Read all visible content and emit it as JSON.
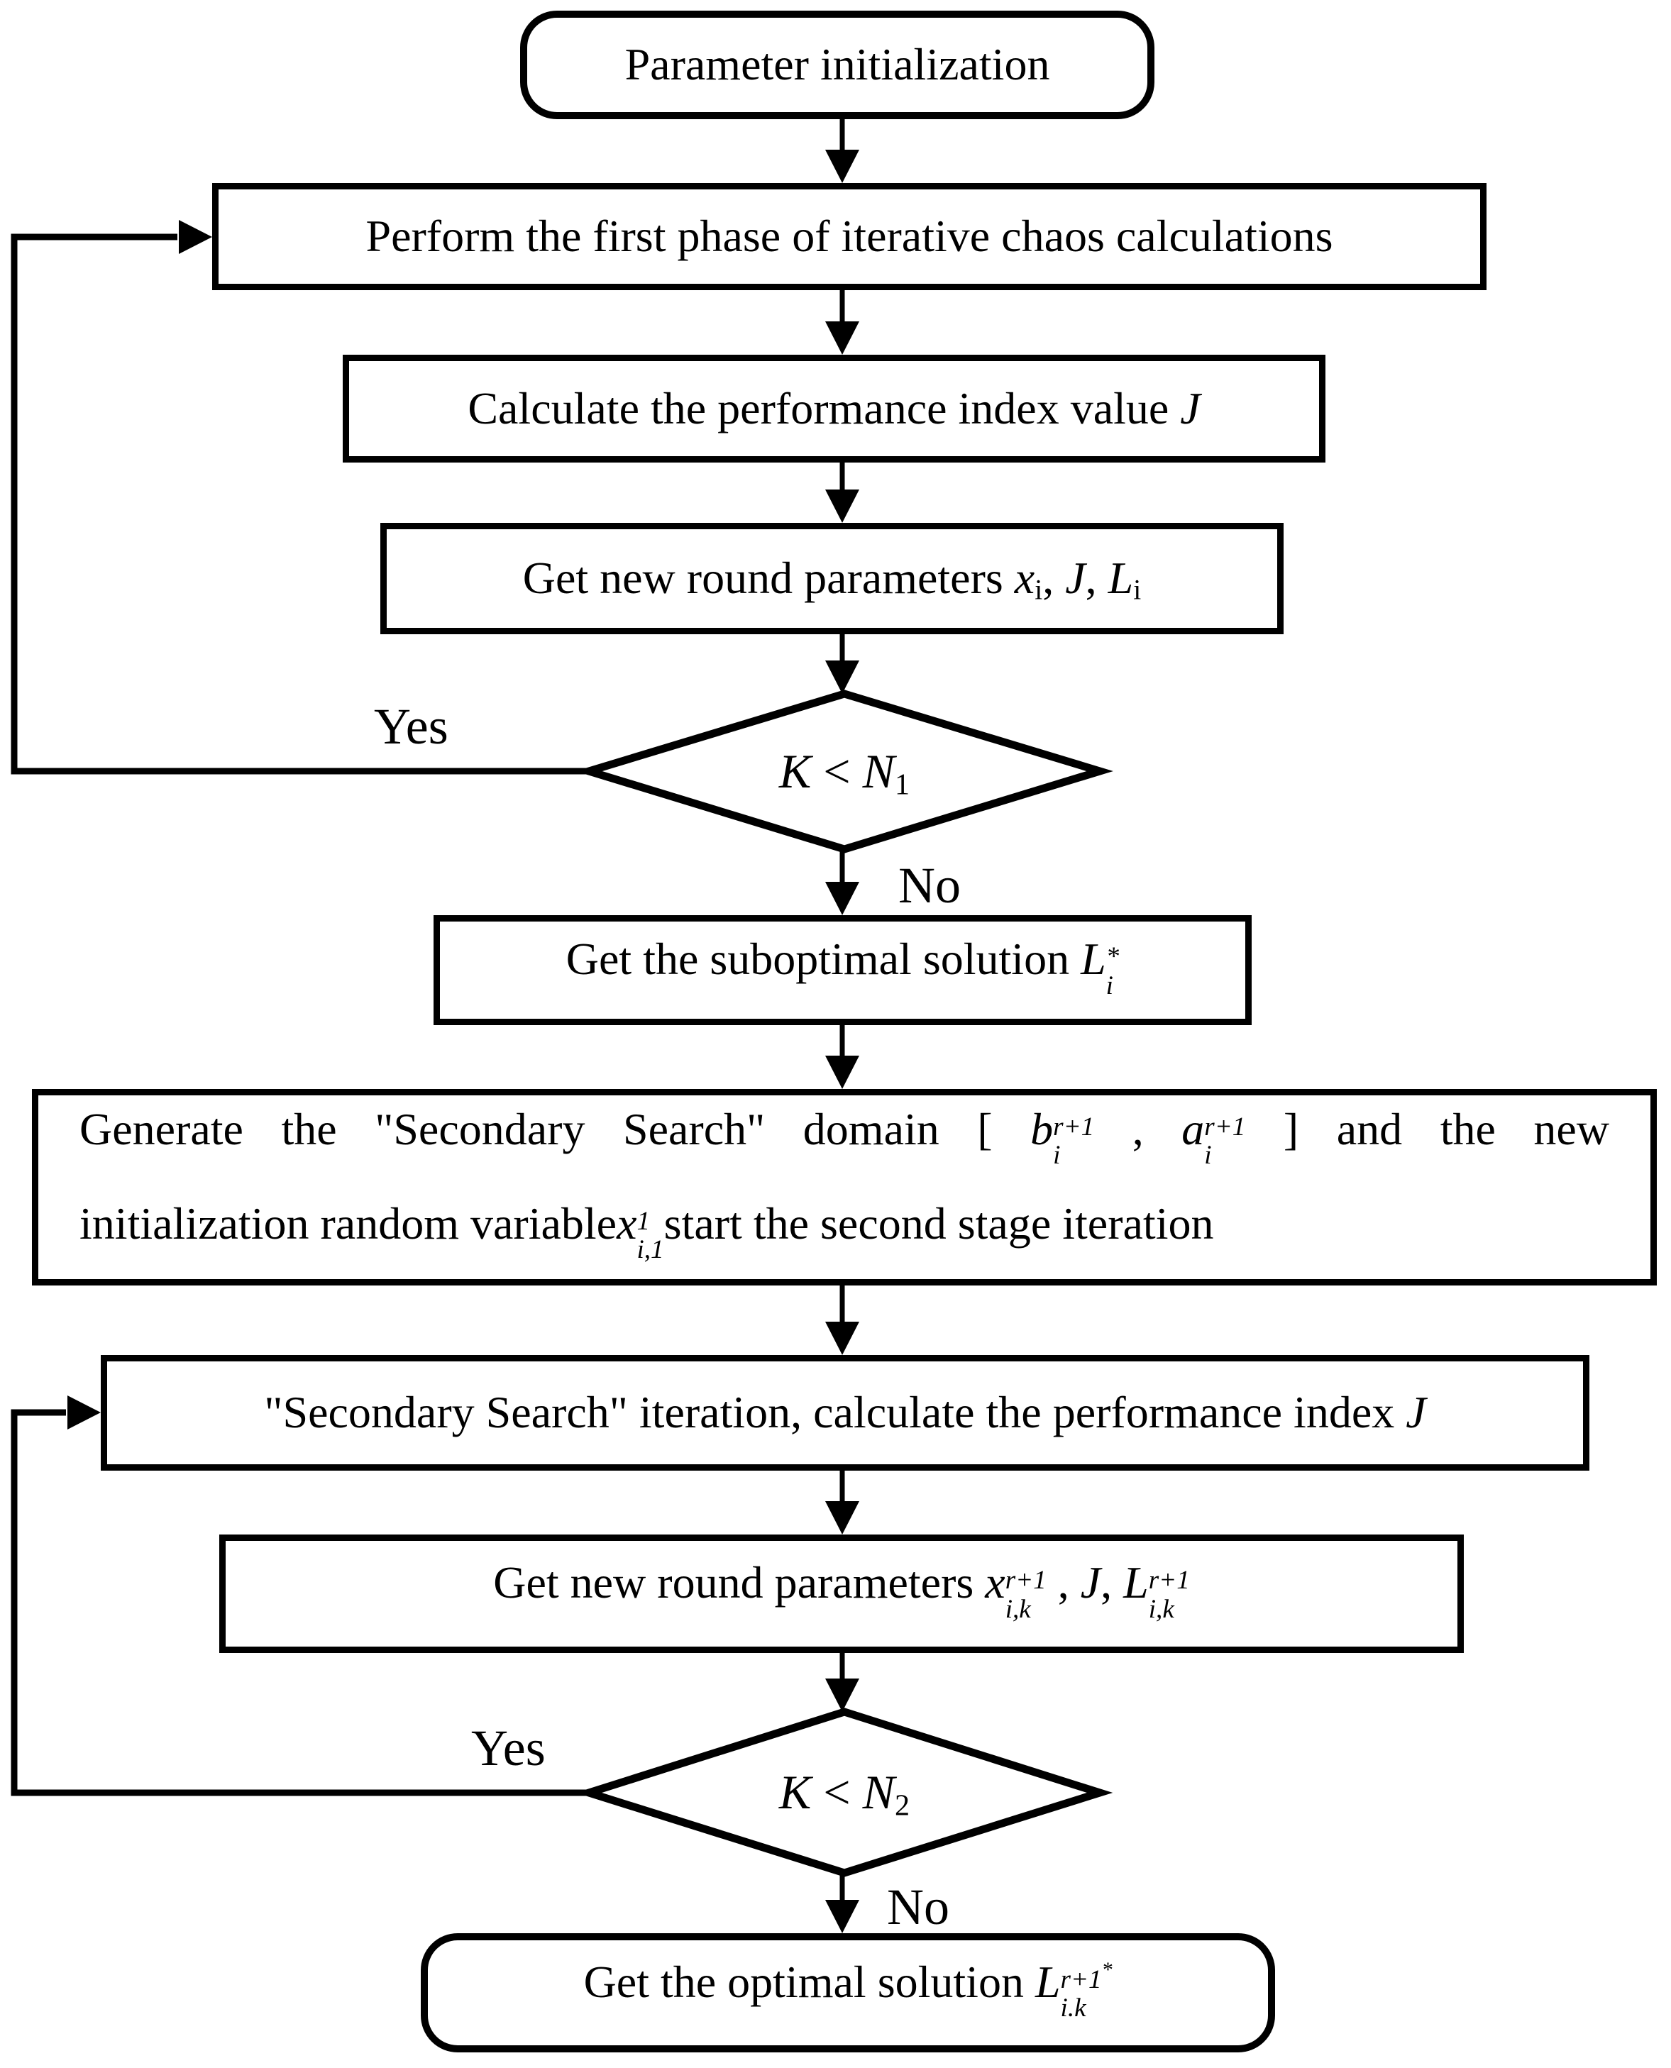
{
  "flowchart": {
    "colors": {
      "ink": "#000000",
      "paper": "#ffffff"
    },
    "nodes": {
      "start": {
        "label": "Parameter initialization"
      },
      "phase1": {
        "label": "Perform the first phase of iterative chaos calculations"
      },
      "calc_index": {
        "text": "Calculate the performance index value",
        "j": "J"
      },
      "params1": {
        "text": "Get new round parameters",
        "x": "x",
        "x_sub": "i",
        "comma1": ",",
        "j": "J",
        "comma2": ",",
        "l": "L",
        "l_sub": "i"
      },
      "decision1": {
        "k": "K",
        "op": "<",
        "n": "N",
        "n_sub": "1"
      },
      "suboptimal": {
        "text": "Get the suboptimal solution",
        "l": "L",
        "l_sup": "*",
        "l_sub": "i"
      },
      "generate": {
        "line1_start": "Generate the \"Secondary Search\" domain [",
        "b": "b",
        "b_sup": "r+1",
        "b_sub": "i",
        "comma": ",",
        "a": "a",
        "a_sup": "r+1",
        "a_sub": "i",
        "line1_end": "] and the new",
        "line2_start": "initialization random variable",
        "x": "x",
        "x_sup": "1",
        "x_sub": "i,1",
        "line2_end": "start the second stage iteration"
      },
      "secondary": {
        "text": "\"Secondary Search\" iteration, calculate the performance index",
        "j": "J"
      },
      "params2": {
        "text": "Get new round parameters",
        "x": "x",
        "x_sup": "r+1",
        "x_sub": "i,k",
        "comma1": ",",
        "j": "J",
        "comma2": ",",
        "l": "L",
        "l_sup": "r+1",
        "l_sub": "i,k"
      },
      "decision2": {
        "k": "K",
        "op": "<",
        "n": "N",
        "n_sub": "2"
      },
      "optimal": {
        "text": "Get the optimal solution",
        "l": "L",
        "l_sup": "r+1",
        "star": "*",
        "l_sub": "i.k"
      }
    },
    "edges": {
      "yes1": "Yes",
      "no1": "No",
      "yes2": "Yes",
      "no2": "No"
    }
  }
}
